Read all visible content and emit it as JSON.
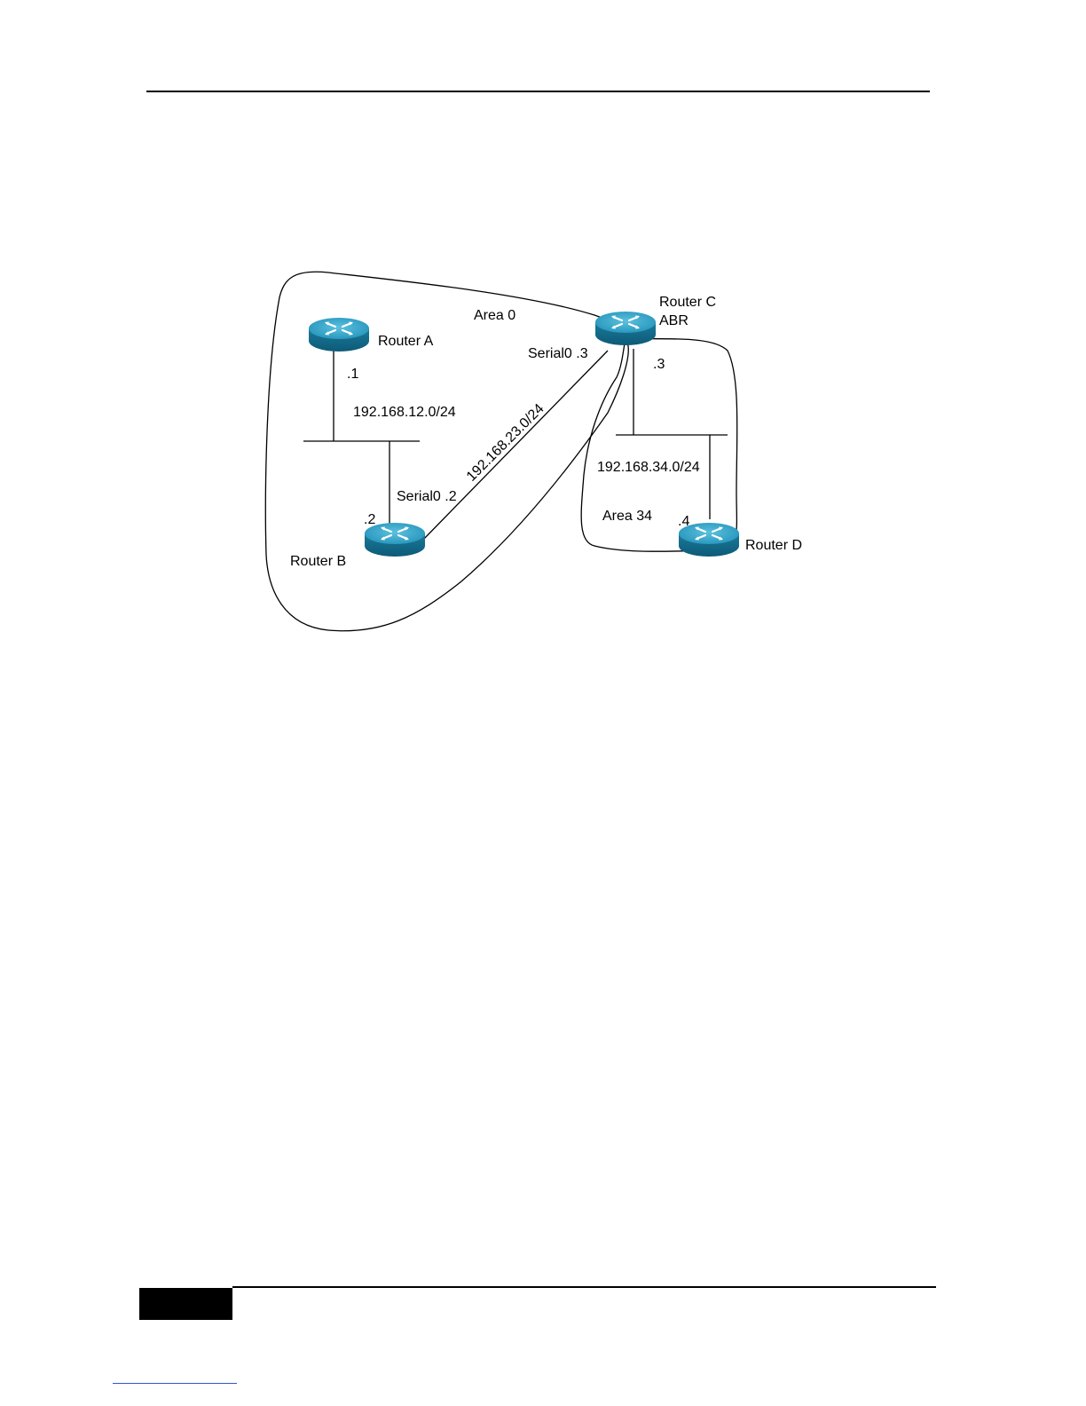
{
  "diagram": {
    "routers": {
      "a": {
        "label": "Router A",
        "ip": ".1"
      },
      "b": {
        "label": "Router B",
        "ip": ".2",
        "interface": "Serial0 .2"
      },
      "c": {
        "label": "Router C",
        "role": "ABR",
        "ip": ".3",
        "interface": "Serial0 .3"
      },
      "d": {
        "label": "Router D",
        "ip": ".4"
      }
    },
    "networks": {
      "ab": "192.168.12.0/24",
      "bc": "192.168.23.0/24",
      "cd": "192.168.34.0/24"
    },
    "areas": {
      "backbone": "Area 0",
      "stub": "Area 34"
    },
    "icons": {
      "router": "router-icon"
    }
  }
}
